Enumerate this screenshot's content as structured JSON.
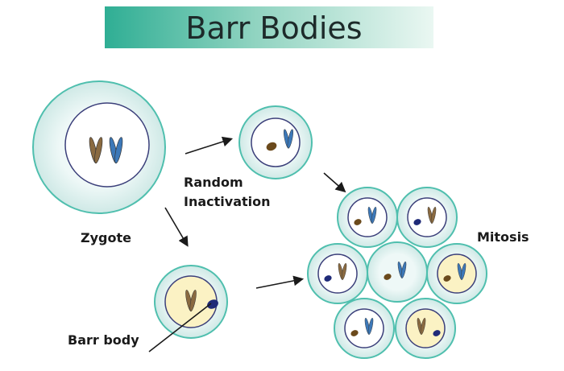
{
  "title": "Barr Bodies",
  "labels": {
    "random": "Random",
    "inactivation": "Inactivation",
    "zygote": "Zygote",
    "mitosis": "Mitosis",
    "barr_body": "Barr body"
  },
  "colors": {
    "banner_start": "#2fae94",
    "banner_end": "#e3f4ee",
    "cell_fill": "#dff1ef",
    "cell_border": "#4fbfae",
    "nucleus_border": "#3b3f7a",
    "nucleus_yellow": "#fbf2c4",
    "active_x": "#3c78b8",
    "other_x": "#8a6a40",
    "barr_body_blue": "#1f2a78",
    "barr_body_brown": "#6b4a1c"
  }
}
